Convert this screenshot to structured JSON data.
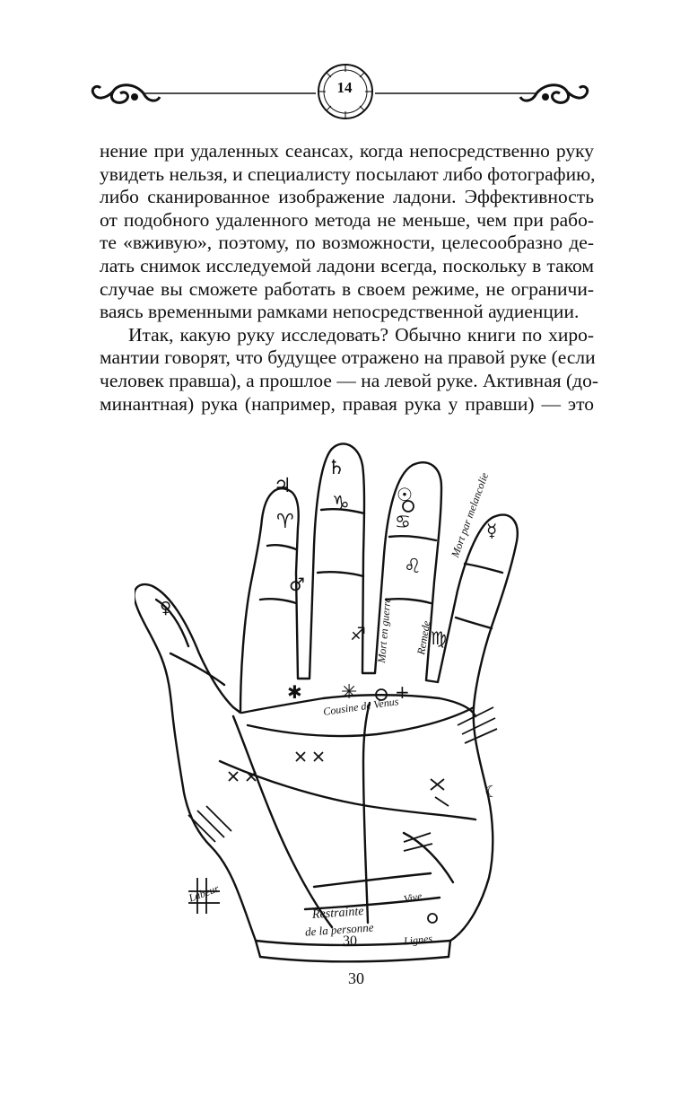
{
  "header": {
    "page_number": "14"
  },
  "body": {
    "lines": [
      "нение при удаленных сеансах, когда непосредственно руку",
      "увидеть нельзя, и специалисту посылают либо фотографию,",
      "либо сканированное изображение ладони. Эффективность",
      "от подобного удаленного метода не меньше, чем при рабо-",
      "те «вживую», поэтому, по возможности, целесообразно де-",
      "лать снимок исследуемой ладони всегда, поскольку в таком",
      "случае вы сможете работать в своем режиме, не ограничи-",
      "ваясь временными рамками непосредственной аудиенции.",
      "Итак, какую руку исследовать? Обычно книги по хиро-",
      "мантии говорят, что будущее отражено на правой руке (если",
      "человек правша), а прошлое — на левой руке. Активная (до-",
      "минантная) рука (например, правая рука у правши) — это"
    ]
  },
  "illustration": {
    "labels": {
      "bottom_number": "30",
      "wrist_number": "30",
      "mort_par_melancolie": "Mort par melancolie",
      "cousine_de_venus": "Cousine de Venus",
      "restraincte": "Restrainte",
      "de_la_personne": "de la personne",
      "lignes": "Lignes",
      "mort_en_guerre": "Mort en guerre",
      "remede": "Remede",
      "vive": "Vive",
      "labeur": "Labeur"
    }
  }
}
